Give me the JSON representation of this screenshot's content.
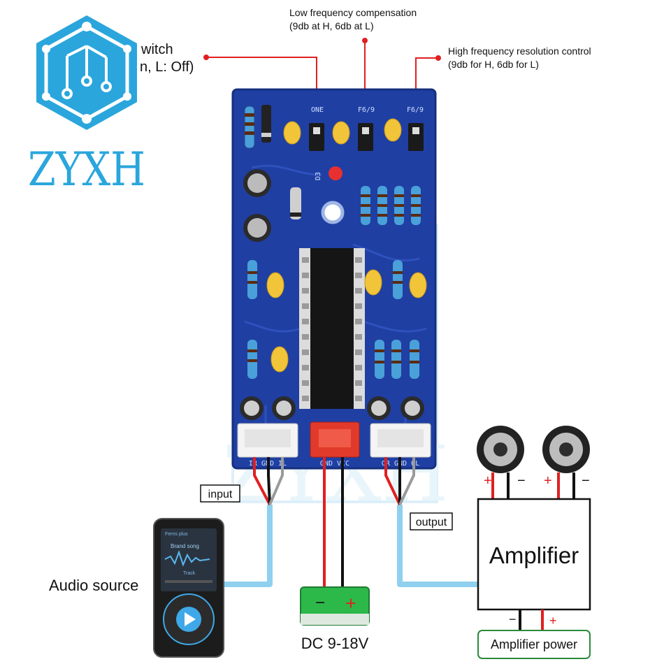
{
  "brand": {
    "name": "ZYXH",
    "color": "#2aa6dc",
    "watermark": "ZYXH"
  },
  "annotations": {
    "switch_line1": "witch",
    "switch_line2": "n, L: Off)",
    "low_freq_line1": "Low frequency compensation",
    "low_freq_line2": "(9db at H, 6db at L)",
    "high_freq_line1": "High frequency resolution control",
    "high_freq_line2": "(9db for H, 6db for L)"
  },
  "pcb": {
    "color": "#1f3fa3",
    "connector_left_pins": "IR GND IL",
    "connector_power_pins": "GND VCC",
    "connector_right_pins": "OR GND OL",
    "jumper_marks": [
      "ONE",
      "F6/9",
      "F6/9"
    ],
    "led_label": "D3"
  },
  "labels": {
    "input": "input",
    "output": "output",
    "audio_source": "Audio source",
    "dc": "DC 9-18V",
    "amplifier": "Amplifier",
    "amplifier_power": "Amplifier power"
  },
  "polarity": {
    "minus": "−",
    "plus": "+"
  },
  "player": {
    "screen_title": "Ferns plus",
    "song": "Brand song",
    "time": "Track"
  },
  "colors": {
    "wire_red": "#e02020",
    "wire_black": "#111111",
    "wire_gray": "#9a9a9a",
    "cable_blue": "#8fd0ef",
    "battery_green": "#2db84a",
    "amp_power_border": "#2a8a3a"
  }
}
